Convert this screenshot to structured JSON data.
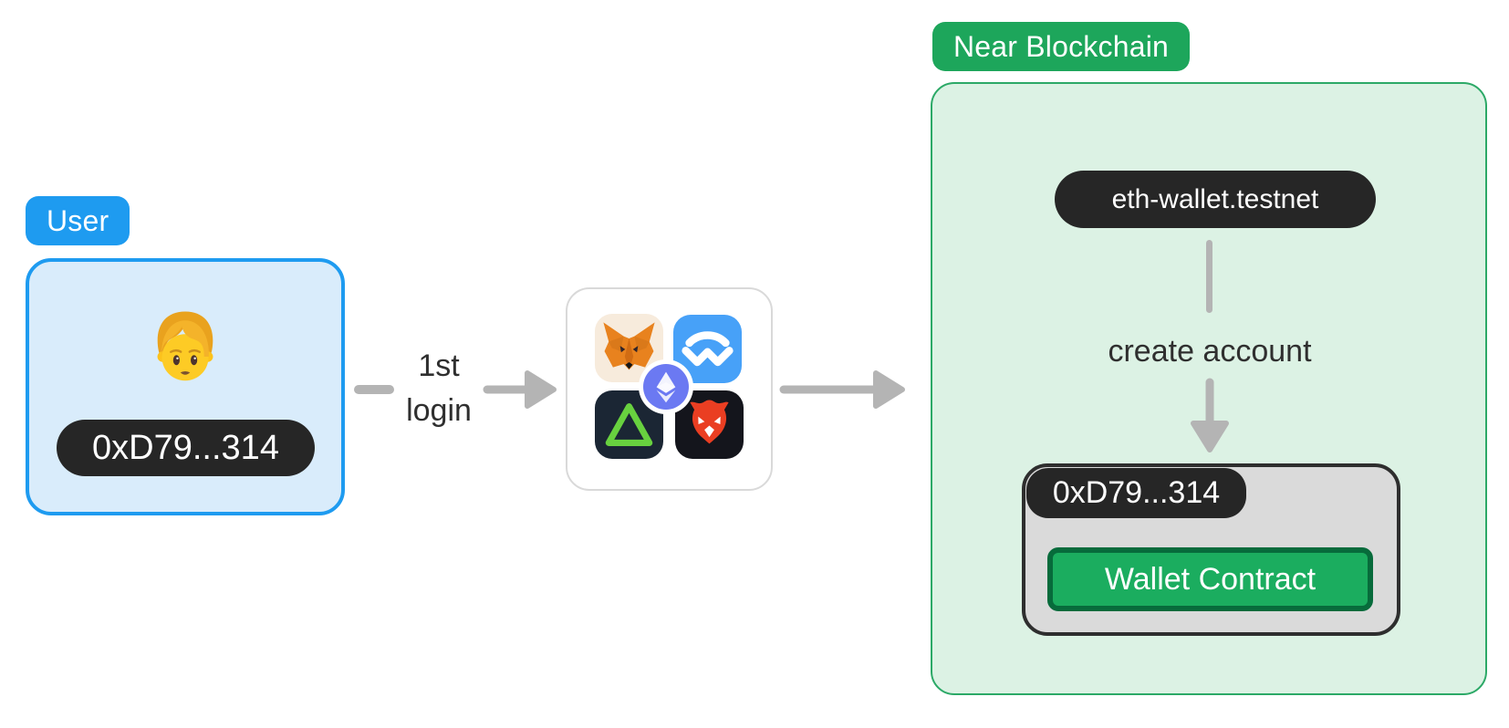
{
  "user": {
    "badge_label": "User",
    "avatar_icon": "person-emoji",
    "address": "0xD79...314"
  },
  "flow": {
    "login_label_line1": "1st",
    "login_label_line2": "login",
    "wallet_icons": [
      "metamask-icon",
      "walletconnect-icon",
      "aurora-icon",
      "brave-icon",
      "ethereum-icon"
    ]
  },
  "near": {
    "badge_label": "Near Blockchain",
    "contract_account": "eth-wallet.testnet",
    "action_label": "create account",
    "account": {
      "address": "0xD79...314",
      "button_label": "Wallet Contract"
    }
  },
  "colors": {
    "user_blue": "#1E9BF0",
    "user_fill": "#D9ECFB",
    "near_green": "#1DA65B",
    "near_border": "#2CA967",
    "near_fill": "#DCF2E4",
    "pill_dark": "#262626",
    "account_box_fill": "#DADADA",
    "account_box_border": "#2E2E2E",
    "button_green": "#1BAD5F",
    "button_green_border": "#076B3B",
    "arrow_gray": "#B4B4B4",
    "label_text": "#2F2F2F"
  }
}
